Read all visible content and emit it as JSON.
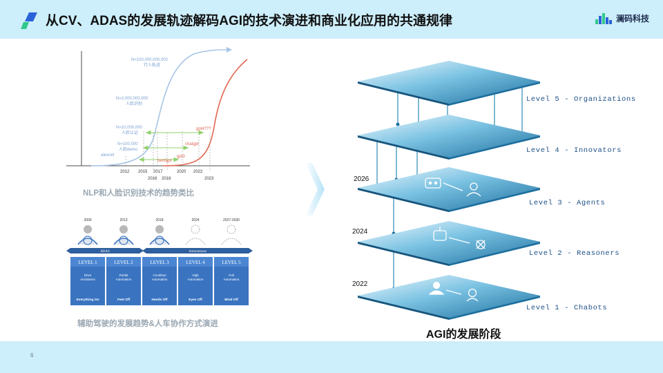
{
  "header": {
    "title": "从CV、ADAS的发展轨迹解码AGI的技术演进和商业化应用的共通规律",
    "brand_name": "澜码科技"
  },
  "footer": {
    "page_number": "6"
  },
  "nlp_chart": {
    "caption": "NLP和人脸识别技术的趋势类比",
    "blue_labels": [
      {
        "n": "N=100,000,000,000",
        "name": "行人轨迹"
      },
      {
        "n": "N=2,000,000,000",
        "name": "人脸识别"
      },
      {
        "n": "N=10,000,000",
        "name": "人脸认证"
      },
      {
        "n": "N=100,000",
        "name": "人脸demo"
      }
    ],
    "blue_start_label": "alexnet",
    "red_labels": [
      "gpt4???",
      "chatgpt",
      "gpt3",
      "bert/gpt"
    ],
    "years_top": [
      "2012",
      "2015",
      "2017",
      "2020",
      "2022"
    ],
    "years_bottom": [
      "2016",
      "2018",
      "2023"
    ]
  },
  "adas": {
    "years": [
      "2000",
      "2013",
      "2018",
      "2024",
      "2027-2030"
    ],
    "band_left": "ADAS",
    "band_right": "Autonomous",
    "levels": [
      {
        "level": "LEVEL 1",
        "desc": [
          "Drive",
          "Assistance"
        ],
        "tag": "Everything On"
      },
      {
        "level": "LEVEL 2",
        "desc": [
          "Partial",
          "Automation"
        ],
        "tag": "Feet Off"
      },
      {
        "level": "LEVEL 3",
        "desc": [
          "Condition",
          "Automation"
        ],
        "tag": "Hands Off"
      },
      {
        "level": "LEVEL 4",
        "desc": [
          "High",
          "Automation"
        ],
        "tag": "Eyes Off"
      },
      {
        "level": "LEVEL 5",
        "desc": [
          "Full",
          "Automation"
        ],
        "tag": "Mind Off"
      }
    ],
    "caption": "辅助驾驶的发展趋势&人车协作方式演进"
  },
  "agi": {
    "layers": [
      {
        "label": "Level 5 - Organizations",
        "year": ""
      },
      {
        "label": "Level 4 - Innovators",
        "year": ""
      },
      {
        "label": "Level 3 - Agents",
        "year": "2026"
      },
      {
        "label": "Level 2 - Reasoners",
        "year": "2024"
      },
      {
        "label": "Level 1 - Chabots",
        "year": "2022"
      }
    ],
    "caption": "AGI的发展阶段"
  },
  "colors": {
    "header_bg": "#cdeefb",
    "logo_green": "#2fc98a",
    "logo_blue": "#2a63d8",
    "curve_blue": "#a7c4e6",
    "curve_red": "#e0664f",
    "arrow_green": "#8fd16b",
    "level_blue": "#3a74c1",
    "layer_teal": "#2a8ab8"
  }
}
